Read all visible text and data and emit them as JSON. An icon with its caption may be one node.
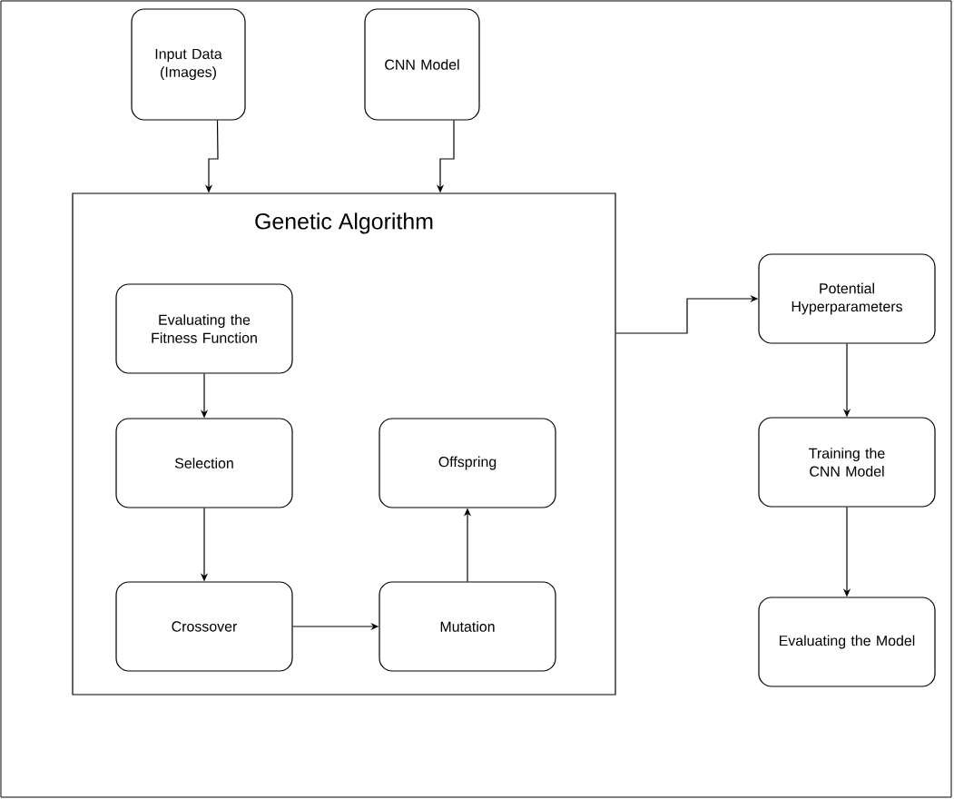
{
  "diagram": {
    "nodes": [
      {
        "text": [
          "Input Data (Images)"
        ]
      },
      {
        "text": [
          "CNN Model"
        ]
      },
      {
        "text": [
          "Genetic Algorithm"
        ]
      },
      {
        "text": [
          "Evaluating the Fitness Function"
        ],
        "in": 2
      },
      {
        "text": [
          "Selection"
        ],
        "in": 2
      },
      {
        "text": [
          "Offspring"
        ],
        "in": 2
      },
      {
        "text": [
          "Crossover"
        ],
        "in": 2
      },
      {
        "text": [
          "Mutation"
        ],
        "in": 2
      },
      {
        "text": [
          "Potential Hyperparameters"
        ]
      },
      {
        "text": [
          "Training the CNN Model"
        ]
      },
      {
        "text": [
          "Evaluating the Model"
        ]
      }
    ],
    "edges": [
      {
        "from": 0,
        "to": 2,
        "arrow": "to"
      },
      {
        "from": 1,
        "to": 2,
        "arrow": "to"
      },
      {
        "from": 2,
        "to": 8,
        "arrow": "to"
      },
      {
        "from": 3,
        "to": 4,
        "arrow": "to"
      },
      {
        "from": 4,
        "to": 6,
        "arrow": "to"
      },
      {
        "from": 6,
        "to": 7,
        "arrow": "to"
      },
      {
        "from": 7,
        "to": 5,
        "arrow": "to"
      },
      {
        "from": 8,
        "to": 9,
        "arrow": "to"
      },
      {
        "from": 9,
        "to": 10,
        "arrow": "to"
      }
    ]
  }
}
